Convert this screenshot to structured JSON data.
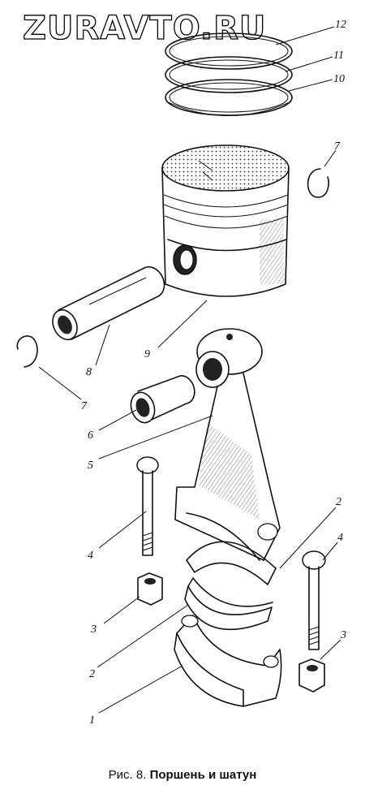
{
  "watermark": "ZURAVTO.RU",
  "caption": {
    "prefix": "Рис. 8.",
    "title": "Поршень и шатун"
  },
  "callouts": [
    {
      "key": "12",
      "label": "12"
    },
    {
      "key": "11",
      "label": "11"
    },
    {
      "key": "10",
      "label": "10"
    },
    {
      "key": "7a",
      "label": "7"
    },
    {
      "key": "9",
      "label": "9"
    },
    {
      "key": "8",
      "label": "8"
    },
    {
      "key": "7b",
      "label": "7"
    },
    {
      "key": "6",
      "label": "6"
    },
    {
      "key": "5",
      "label": "5"
    },
    {
      "key": "4a",
      "label": "4"
    },
    {
      "key": "2a",
      "label": "2"
    },
    {
      "key": "4b",
      "label": "4"
    },
    {
      "key": "3a",
      "label": "3"
    },
    {
      "key": "2b",
      "label": "2"
    },
    {
      "key": "3b",
      "label": "3"
    },
    {
      "key": "1",
      "label": "1"
    }
  ]
}
